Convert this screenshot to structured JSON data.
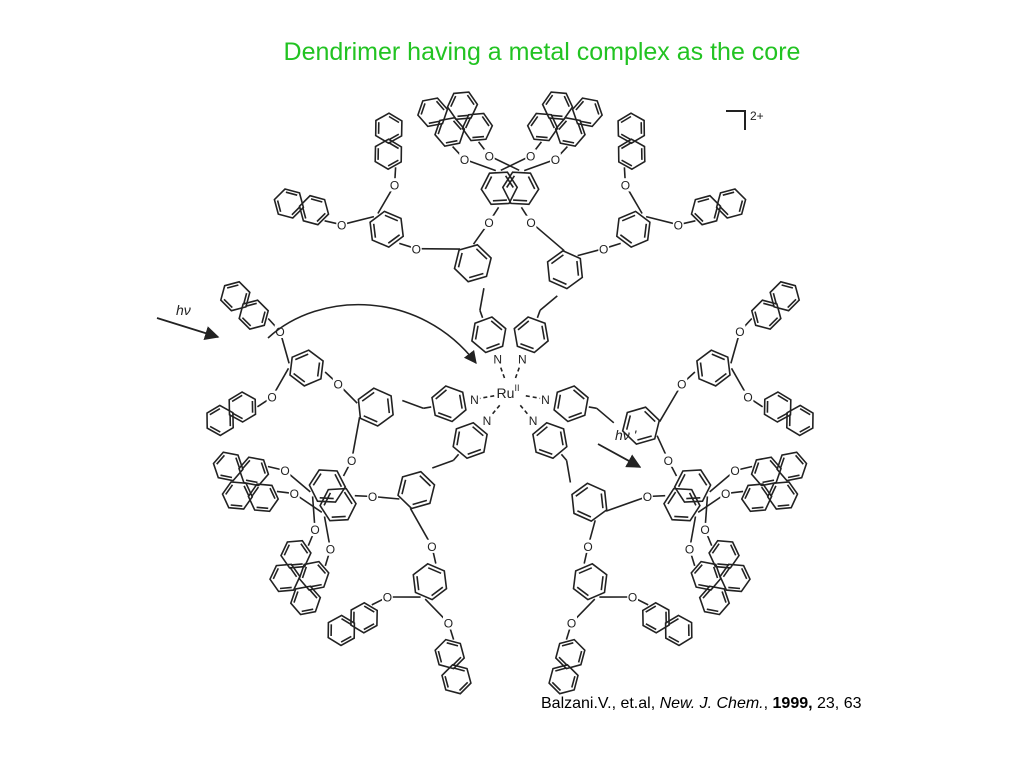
{
  "slide": {
    "title": "Dendrimer having a metal complex as the core"
  },
  "diagram": {
    "metal": "Ru",
    "oxidation_state": "II",
    "charge": "2+",
    "nitrogen_label": "N",
    "oxygen_label": "O",
    "excitation_label": "hν",
    "emission_label": "hν '",
    "stroke_color": "#222222"
  },
  "citation": {
    "authors": "Balzani.V., et.al, ",
    "journal": "New. J. Chem.",
    "sep": ", ",
    "year": "1999,",
    "rest": " 23, 63"
  }
}
